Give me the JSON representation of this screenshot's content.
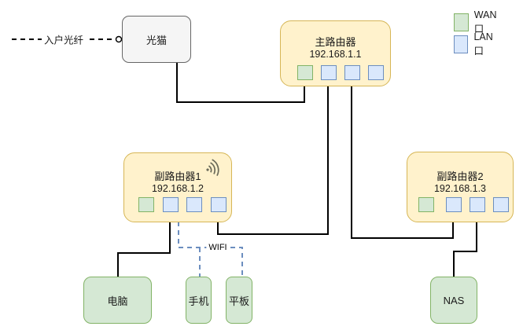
{
  "diagram_title": "home-network-topology",
  "legend": {
    "items": [
      {
        "id": "wan",
        "label": "WAN口",
        "fill": "#d5e8d4",
        "stroke": "#82b366"
      },
      {
        "id": "lan",
        "label": "LAN口",
        "fill": "#dae8fc",
        "stroke": "#6c8ebf"
      }
    ]
  },
  "fiber": {
    "label": "入户光纤",
    "style": "dashed"
  },
  "wifi_link_label": "WIFI",
  "nodes": {
    "modem": {
      "label": "光猫"
    },
    "main_router": {
      "name": "主路由器",
      "ip": "192.168.1.1",
      "ports": [
        "wan",
        "lan",
        "lan",
        "lan"
      ]
    },
    "sub_router1": {
      "name": "副路由器1",
      "ip": "192.168.1.2",
      "ports": [
        "wan",
        "lan",
        "lan",
        "lan"
      ],
      "has_wifi_icon": true
    },
    "sub_router2": {
      "name": "副路由器2",
      "ip": "192.168.1.3",
      "ports": [
        "wan",
        "lan",
        "lan",
        "lan"
      ]
    },
    "devices": {
      "pc": {
        "label": "电脑"
      },
      "phone": {
        "label": "手机"
      },
      "tablet": {
        "label": "平板"
      },
      "nas": {
        "label": "NAS"
      }
    }
  },
  "connections": [
    {
      "from": "入户光纤",
      "to": "光猫",
      "style": "dashed-black"
    },
    {
      "from": "光猫",
      "to": "主路由器 WAN口",
      "style": "solid"
    },
    {
      "from": "主路由器 LAN口",
      "to": "副路由器1 LAN口",
      "style": "solid"
    },
    {
      "from": "主路由器 LAN口",
      "to": "副路由器2 LAN口",
      "style": "solid"
    },
    {
      "from": "副路由器1 LAN口",
      "to": "电脑",
      "style": "solid"
    },
    {
      "from": "副路由器1",
      "to": "手机",
      "style": "wifi-dashed"
    },
    {
      "from": "副路由器1",
      "to": "平板",
      "style": "wifi-dashed"
    },
    {
      "from": "副路由器2 LAN口",
      "to": "NAS",
      "style": "solid"
    }
  ],
  "colors": {
    "router_fill": "#fff2cc",
    "router_stroke": "#d6b656",
    "wan_fill": "#d5e8d4",
    "wan_stroke": "#82b366",
    "lan_fill": "#dae8fc",
    "lan_stroke": "#6c8ebf",
    "device_fill": "#d5e8d4",
    "device_stroke": "#82b366",
    "modem_fill": "#f5f5f5",
    "modem_stroke": "#666666",
    "wire": "#000000",
    "wifi_dash": "#6c8ebf",
    "background": "#ffffff"
  }
}
